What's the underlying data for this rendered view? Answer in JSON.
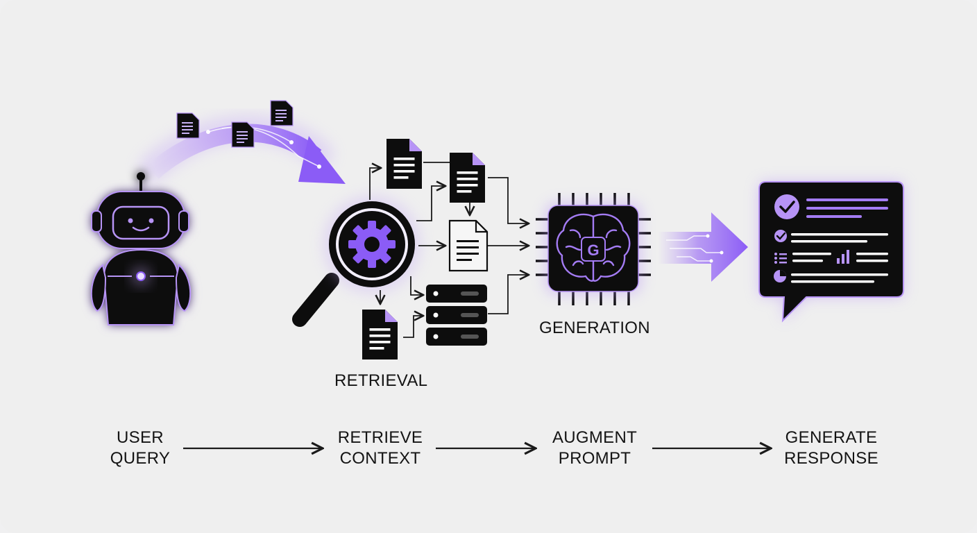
{
  "colors": {
    "accent": "#8b5cf6",
    "accent_light": "#b794f6",
    "ink": "#0d0d0d",
    "background": "#efefef"
  },
  "labels": {
    "retrieval": "RETRIEVAL",
    "generation": "GENERATION"
  },
  "icons": [
    "robot-icon",
    "document-icon",
    "magnifier-gear-icon",
    "database-icon",
    "brain-chip-icon",
    "chat-response-icon",
    "check-icon",
    "bar-chart-icon",
    "pie-chart-icon"
  ],
  "steps": [
    {
      "line1": "USER",
      "line2": "QUERY"
    },
    {
      "line1": "RETRIEVE",
      "line2": "CONTEXT"
    },
    {
      "line1": "AUGMENT",
      "line2": "PROMPT"
    },
    {
      "line1": "GENERATE",
      "line2": "RESPONSE"
    }
  ],
  "chip_letter": "G"
}
